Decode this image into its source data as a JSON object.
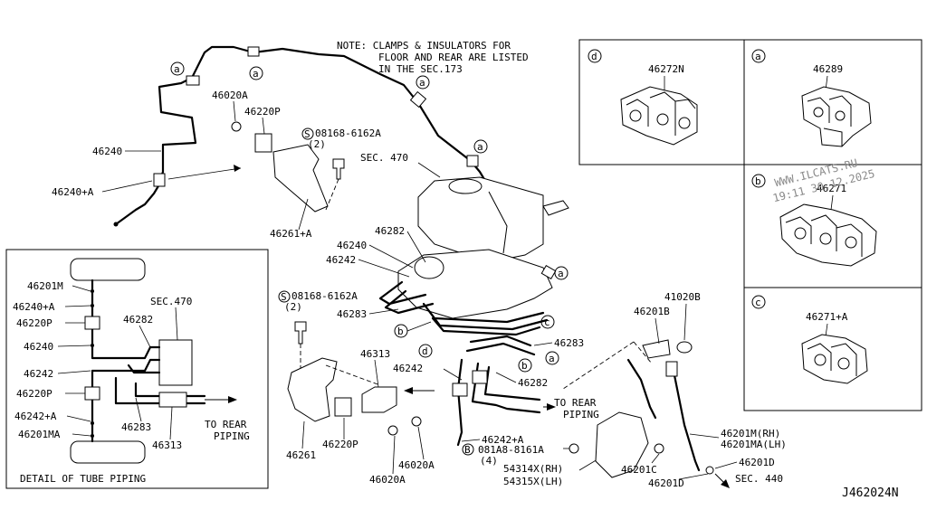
{
  "diagram": {
    "code": "J462024N",
    "note": [
      "NOTE: CLAMPS & INSULATORS FOR",
      "FLOOR AND REAR ARE LISTED",
      "IN THE SEC.173"
    ],
    "watermark": [
      "WWW.ILCATS.RU",
      "19:11 30.12.2025"
    ],
    "detail_title": "DETAIL OF TUBE PIPING",
    "to_rear_piping": [
      "TO REAR",
      "PIPING"
    ],
    "labels": {
      "p46020A_top": "46020A",
      "p46220P_top": "46220P",
      "p08168_top": "08168-6162A",
      "p08168_top_qty": "(2)",
      "p46240": "46240",
      "p46240A": "46240+A",
      "p46261A": "46261+A",
      "sec470": "SEC. 470",
      "p46282_a": "46282",
      "p46240_b": "46240",
      "p46242_a": "46242",
      "p08168_mid": "08168-6162A",
      "p08168_mid_qty": "(2)",
      "p46283_a": "46283",
      "p46313": "46313",
      "p46242_b": "46242",
      "p46283_b": "46283",
      "p46282_b": "46282",
      "p46261": "46261",
      "p46220P_bot": "46220P",
      "p46020A_bot1": "46020A",
      "p46020A_bot2": "46020A",
      "p46242A": "46242+A",
      "p081A8": "081A8-8161A",
      "p081A8_qty": "(4)",
      "p54314X": "54314X(RH)",
      "p54315X": "54315X(LH)",
      "p46201C": "46201C",
      "p46201D": "46201D",
      "p46201D2": "46201D",
      "sec440": "SEC. 440",
      "p46201M_rh": "46201M(RH)",
      "p46201MA_lh": "46201MA(LH)",
      "p46201B": "46201B",
      "p41020B": "41020B"
    },
    "detail_labels": {
      "p46201M": "46201M",
      "p46240A": "46240+A",
      "p46220P": "46220P",
      "p46240": "46240",
      "p46242": "46242",
      "p46220P_2": "46220P",
      "p46242A": "46242+A",
      "p46201MA": "46201MA",
      "sec470": "SEC.470",
      "p46282": "46282",
      "p46283": "46283",
      "p46313": "46313"
    },
    "inset_panels": [
      {
        "marker": "d",
        "part": "46272N"
      },
      {
        "marker": "a",
        "part": "46289"
      },
      {
        "marker": "b",
        "part": "46271"
      },
      {
        "marker": "c",
        "part": "46271+A"
      }
    ],
    "callout_letters": {
      "a": "a",
      "b": "b",
      "c": "c",
      "d": "d",
      "s": "S",
      "bolt_b": "B"
    }
  }
}
